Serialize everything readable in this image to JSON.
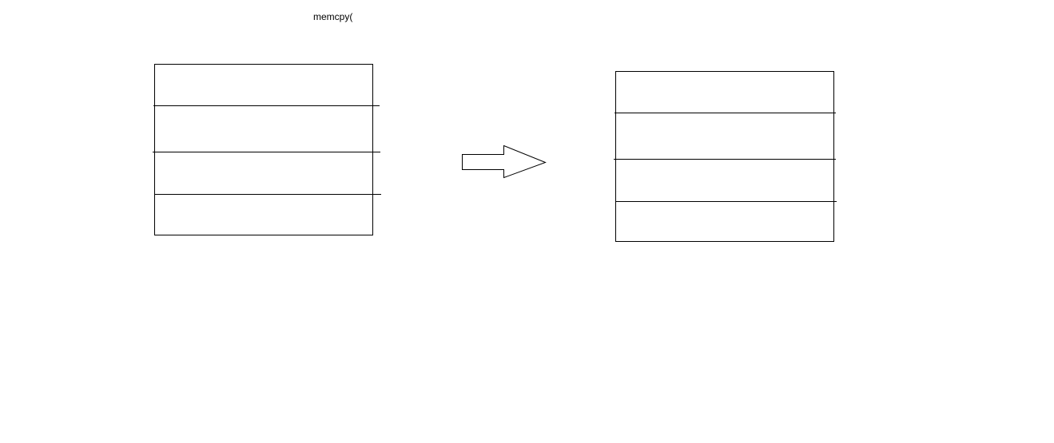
{
  "caption": "memcpy(",
  "colors": {
    "background": "#ffffff",
    "stroke": "#000000",
    "fill": "#ffffff"
  },
  "source_block": {
    "slot_count": 4
  },
  "destination_block": {
    "slot_count": 4
  },
  "arrow": {
    "direction": "right"
  }
}
